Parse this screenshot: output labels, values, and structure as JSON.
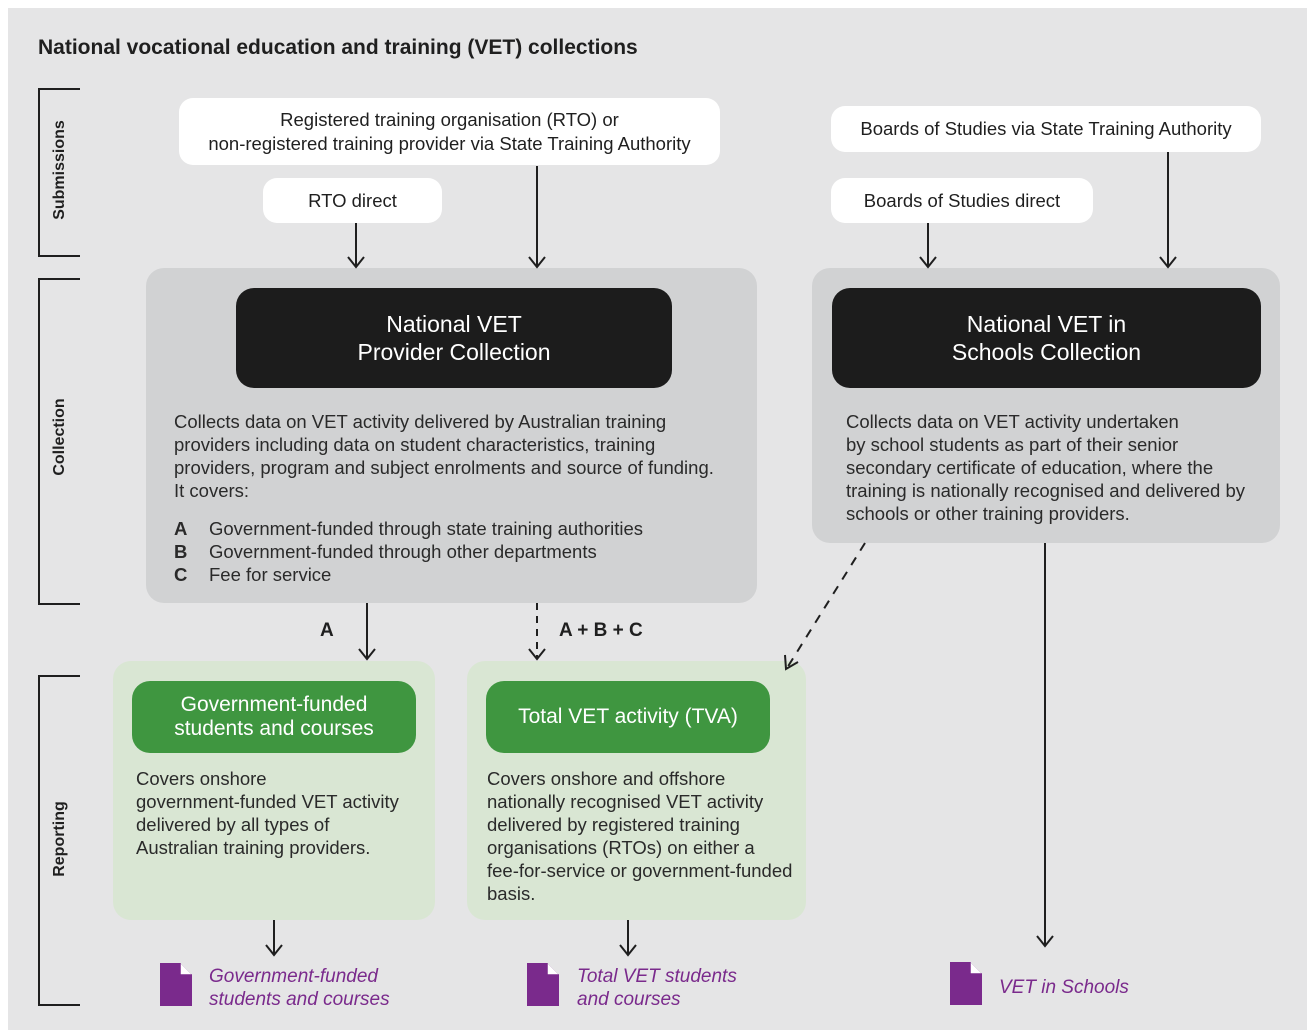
{
  "title": "National vocational education and training (VET) collections",
  "sections": {
    "submissions": "Submissions",
    "collection": "Collection",
    "reporting": "Reporting"
  },
  "submissions": {
    "rto_state": "Registered training organisation (RTO) or\nnon-registered training provider via State Training Authority",
    "rto_direct": "RTO direct",
    "boards_state": "Boards of Studies via State Training Authority",
    "boards_direct": "Boards of Studies direct"
  },
  "provider_collection": {
    "title": "National VET\nProvider Collection",
    "description": "Collects data on VET activity delivered by Australian training\nproviders including data on student characteristics, training\nproviders, program and subject enrolments and source of funding.\nIt covers:",
    "items": [
      {
        "key": "A",
        "label": "Government-funded through state training authorities"
      },
      {
        "key": "B",
        "label": "Government-funded through other departments"
      },
      {
        "key": "C",
        "label": "Fee for service"
      }
    ]
  },
  "schools_collection": {
    "title": "National VET in\nSchools Collection",
    "description": "Collects data on VET activity undertaken\nby school students as part of their senior\nsecondary certificate of education, where the\ntraining is nationally recognised and delivered by\nschools or other training providers."
  },
  "flows": {
    "a": "A",
    "abc": "A + B + C"
  },
  "reporting": {
    "gov_funded": {
      "title": "Government-funded\nstudents and courses",
      "description": "Covers onshore\ngovernment-funded VET activity\ndelivered by all types of\nAustralian training providers."
    },
    "tva": {
      "title": "Total VET activity (TVA)",
      "description": "Covers onshore and offshore\nnationally recognised VET activity\ndelivered by registered training\norganisations (RTOs) on either a\nfee-for-service or government-funded\nbasis."
    }
  },
  "publications": [
    {
      "label": "Government-funded\nstudents and courses",
      "icon": "document-icon"
    },
    {
      "label": "Total VET students\nand courses",
      "icon": "document-icon"
    },
    {
      "label": "VET in Schools",
      "icon": "document-icon"
    }
  ],
  "colors": {
    "background": "#e5e5e6",
    "panel_grey": "#d1d2d3",
    "panel_green": "#d9e6d3",
    "dark_box": "#1c1c1c",
    "green_box": "#3f9640",
    "publication": "#7a2a8c"
  }
}
